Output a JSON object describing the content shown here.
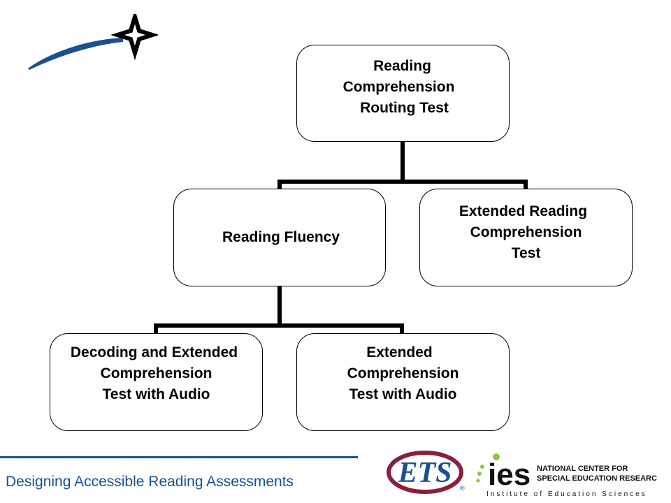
{
  "diagram": {
    "root": {
      "lines": [
        "Reading",
        "Comprehension",
        "Routing Test"
      ]
    },
    "fluency": {
      "lines": [
        "Reading Fluency"
      ]
    },
    "extended_reading": {
      "lines": [
        "Extended Reading",
        "Comprehension",
        "Test"
      ]
    },
    "decoding": {
      "lines": [
        "Decoding and Extended",
        "Comprehension",
        "Test with Audio"
      ]
    },
    "extended_comp": {
      "lines": [
        "Extended",
        "Comprehension",
        "Test with Audio"
      ]
    }
  },
  "footer": {
    "title": "Designing Accessible Reading Assessments"
  },
  "logos": {
    "ets": {
      "text": "ETS"
    },
    "ies": {
      "text": "ies",
      "line1": "NATIONAL CENTER FOR",
      "line2": "SPECIAL EDUCATION RESEARCH",
      "line3": "Institute of Education Sciences"
    }
  },
  "colors": {
    "footer_blue": "#1a4f93",
    "ets_maroon": "#8a1f3c",
    "ies_green": "#8cc63f"
  }
}
